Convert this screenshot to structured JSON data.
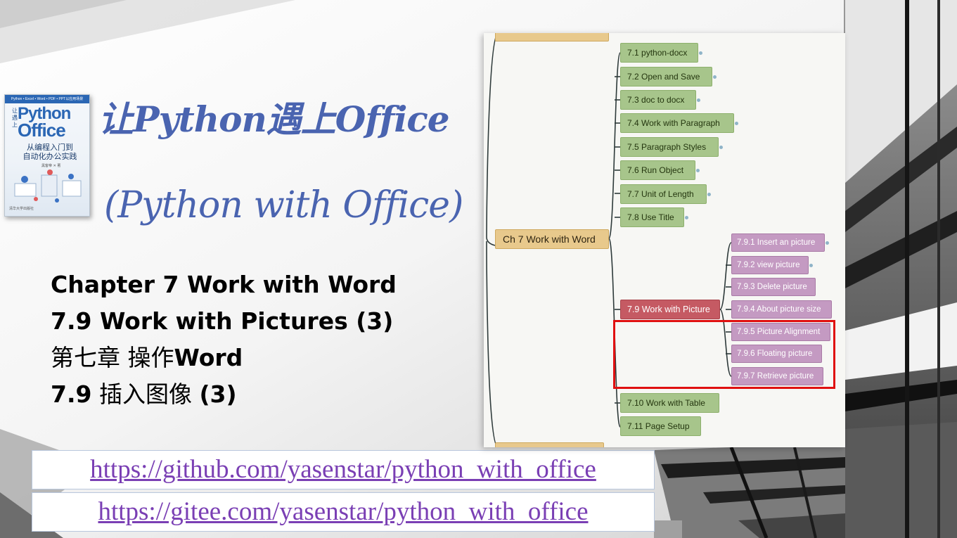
{
  "book": {
    "strip": "Python • Excel • Word • PDF • PPT以应用场景",
    "vertical": "让 遇 上",
    "line1": "Python",
    "line2": "Office",
    "subtitle1": "从编程入门到",
    "subtitle2": "自动化办公实践",
    "author": "黑客帝 ✕ 著",
    "publisher": "清华大学出版社"
  },
  "heading": {
    "cn_title": "让Python遇上Office",
    "en_title": "(Python with Office)"
  },
  "chapter": {
    "line1": "Chapter 7 Work with Word",
    "line2": "7.9 Work with Pictures (3)",
    "line3_cn": "第七章 操作",
    "line3_en": "Word",
    "line4_num": "7.9",
    "line4_cn": " 插入图像 ",
    "line4_suffix": "(3)"
  },
  "links": {
    "github": "https://github.com/yasenstar/python_with_office",
    "gitee": "https://gitee.com/yasenstar/python_with_office"
  },
  "mindmap": {
    "root": "Ch 7 Work with Word",
    "sections": [
      "7.1 python-docx",
      "7.2 Open and Save",
      "7.3 doc to docx",
      "7.4 Work with Paragraph",
      "7.5 Paragraph Styles",
      "7.6 Run Object",
      "7.7 Unit of Length",
      "7.8 Use Title",
      "7.9 Work with Picture",
      "7.10 Work with Table",
      "7.11 Page Setup"
    ],
    "subsections": [
      "7.9.1 Insert an picture",
      "7.9.2 view picture",
      "7.9.3 Delete picture",
      "7.9.4 About picture size",
      "7.9.5 Picture Alignment",
      "7.9.6 Floating picture",
      "7.9.7 Retrieve picture"
    ]
  },
  "colors": {
    "title": "#4a64b0",
    "link": "#7a3fb4",
    "node_green": "#a7c58b",
    "node_purple": "#c49ac2",
    "node_red": "#c55a63",
    "node_tan": "#e8c98c",
    "highlight": "#e01010"
  }
}
